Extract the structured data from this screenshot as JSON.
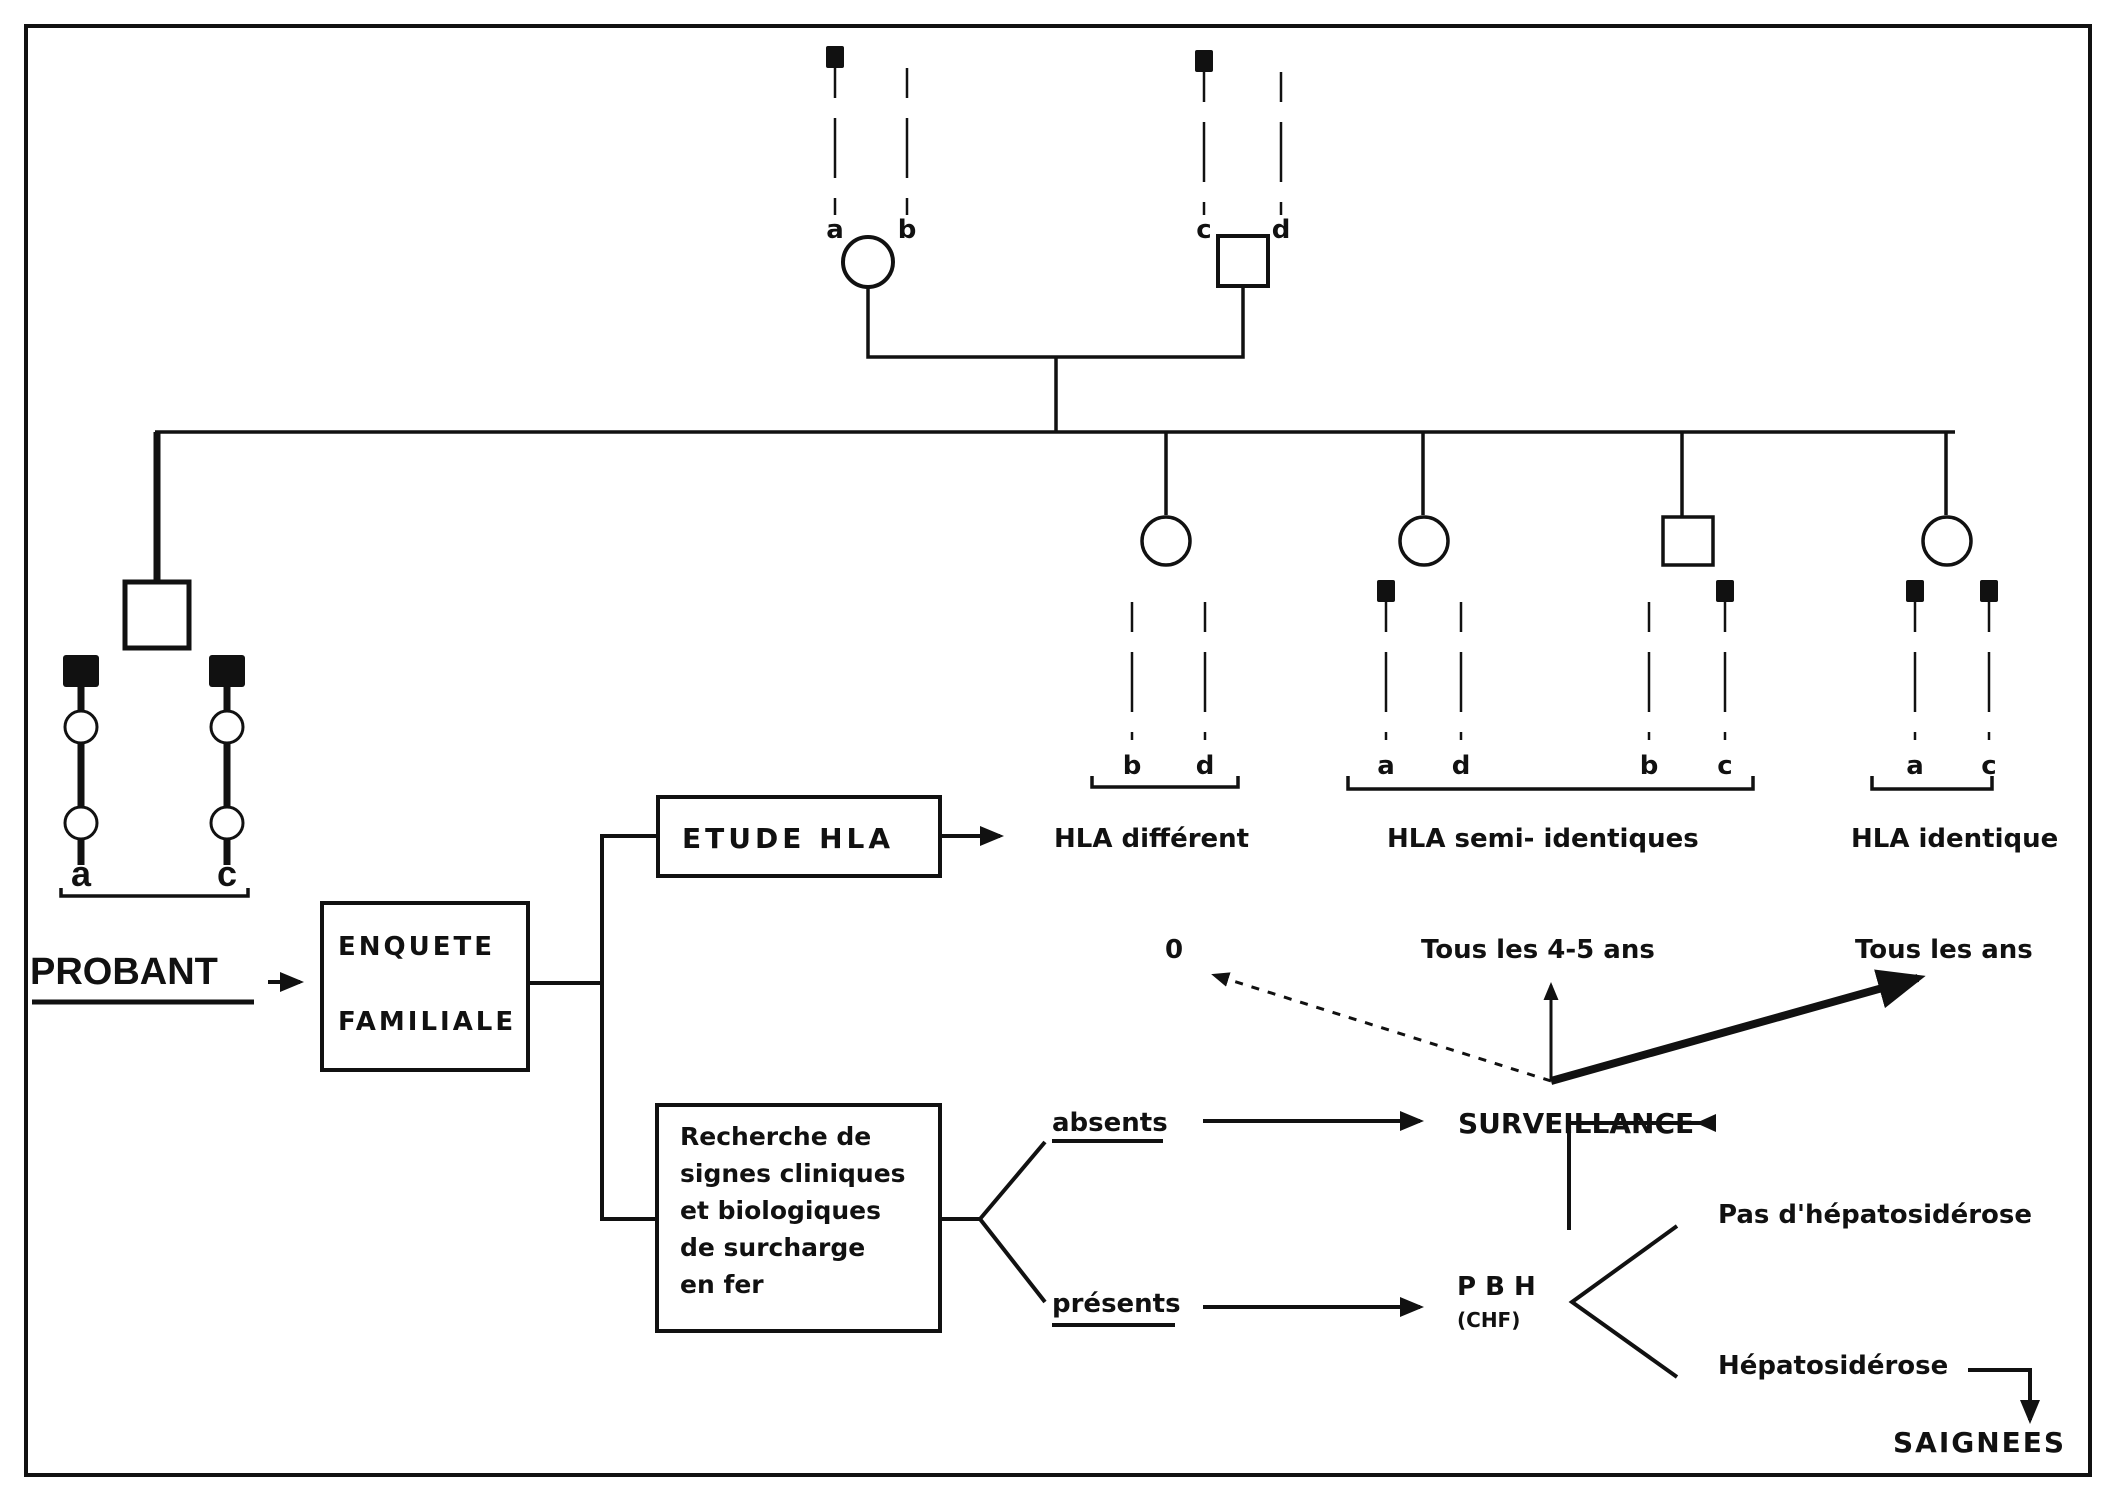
{
  "colors": {
    "ink": "#111111",
    "background": "#ffffff"
  },
  "grandparents": {
    "mother": {
      "sex": "female",
      "haplotypes": [
        {
          "label": "a",
          "marked": true
        },
        {
          "label": "b",
          "marked": false
        }
      ]
    },
    "father": {
      "sex": "male",
      "haplotypes": [
        {
          "label": "c",
          "marked": true
        },
        {
          "label": "d",
          "marked": false
        }
      ]
    }
  },
  "proband": {
    "sex": "male",
    "haplotypes": [
      {
        "label": "a",
        "marked": true
      },
      {
        "label": "c",
        "marked": true
      }
    ],
    "label": "PROBANT"
  },
  "siblings": [
    {
      "sex": "female",
      "haplotypes": [
        {
          "label": "b",
          "marked": false
        },
        {
          "label": "d",
          "marked": false
        }
      ]
    },
    {
      "sex": "female",
      "haplotypes": [
        {
          "label": "a",
          "marked": true
        },
        {
          "label": "d",
          "marked": false
        }
      ]
    },
    {
      "sex": "male",
      "haplotypes": [
        {
          "label": "b",
          "marked": false
        },
        {
          "label": "c",
          "marked": true
        }
      ]
    },
    {
      "sex": "female",
      "haplotypes": [
        {
          "label": "a",
          "marked": true
        },
        {
          "label": "c",
          "marked": true
        }
      ]
    }
  ],
  "hla_groups": {
    "different": "HLA différent",
    "semi": "HLA semi- identiques",
    "identical": "HLA identique"
  },
  "boxes": {
    "enquete_line1": "ENQUETE",
    "enquete_line2": "FAMILIALE",
    "etude_hla": "ETUDE HLA",
    "recherche": [
      "Recherche de",
      "signes cliniques",
      "et biologiques",
      "de surcharge",
      "en fer"
    ]
  },
  "branches": {
    "absents": "absents",
    "presents": "présents"
  },
  "surveillance": {
    "label": "SURVEILLANCE",
    "option_none": "0",
    "option_4_5": "Tous les 4-5 ans",
    "option_yearly": "Tous les ans"
  },
  "pbh": {
    "label": "P B H",
    "sub": "(CHF)",
    "no_siderosis": "Pas d'hépatosidérose",
    "siderosis": "Hépatosidérose",
    "treatment": "SAIGNEES"
  }
}
